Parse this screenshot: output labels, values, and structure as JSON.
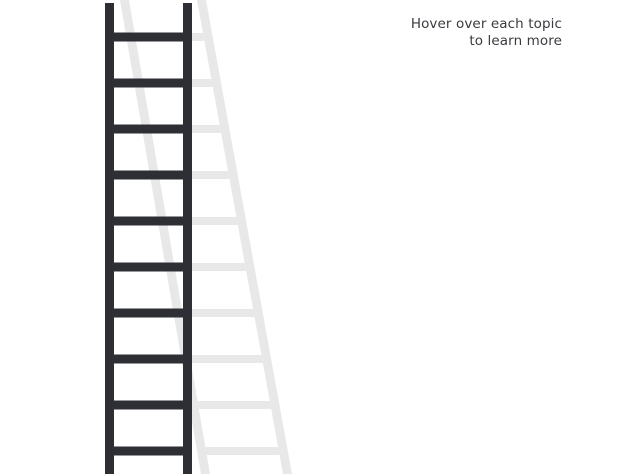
{
  "hint": {
    "line1": "Hover over each topic",
    "line2": "to learn more"
  },
  "ladder": {
    "rung_count": 10,
    "ladder_color": "#2e2f34",
    "shadow_color": "#e8e8e8"
  }
}
